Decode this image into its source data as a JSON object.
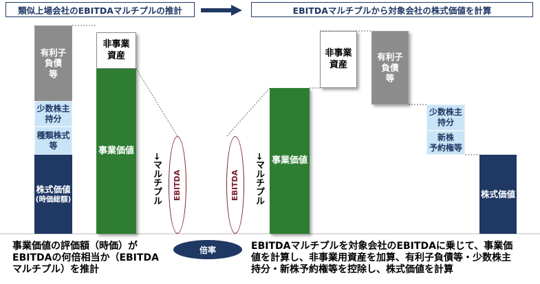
{
  "header": {
    "left_title": "類似上場会社のEBITDAマルチプルの推計",
    "right_title": "EBITDAマルチプルから対象会社の株式価値を計算"
  },
  "left_stack": {
    "debt": "有利子\n負債\n等",
    "minority": "少数株主\n持分",
    "preferred": "種類株式\n等",
    "equity": "株式価値",
    "equity_sub": "(時価総額)"
  },
  "left_ev": {
    "non_business": "非事業\n資産",
    "business_value": "事業価値"
  },
  "ellipses": {
    "left_label": "EBITDA",
    "right_label": "EBITDA"
  },
  "multiple_text": {
    "left": "→マルチプル",
    "right": "→マルチプル"
  },
  "center_oval": "倍率",
  "right_diagram": {
    "business_value": "事業価値",
    "non_business": "非事業\n資産",
    "debt": "有利子\n負債\n等",
    "minority": "少数株主\n持分",
    "warrants": "新株\n予約権等",
    "equity": "株式価値"
  },
  "captions": {
    "left": "事業価値の評価額（時価）が\nEBITDAの何倍相当か（EBITDA\nマルチプル）を推計",
    "right": "EBITDAマルチプルを対象会社のEBITDAに乗じて、事業価\n値を計算し、非事業用資産を加算、有利子負債等・少数株主\n持分・新株予約権等を控除し、株式価値を計算"
  },
  "colors": {
    "navy": "#1f3864",
    "green": "#2e7d32",
    "gray": "#8c8c8c",
    "light_blue": "#c9e4f6",
    "ellipse_border": "#7b1c2e"
  }
}
